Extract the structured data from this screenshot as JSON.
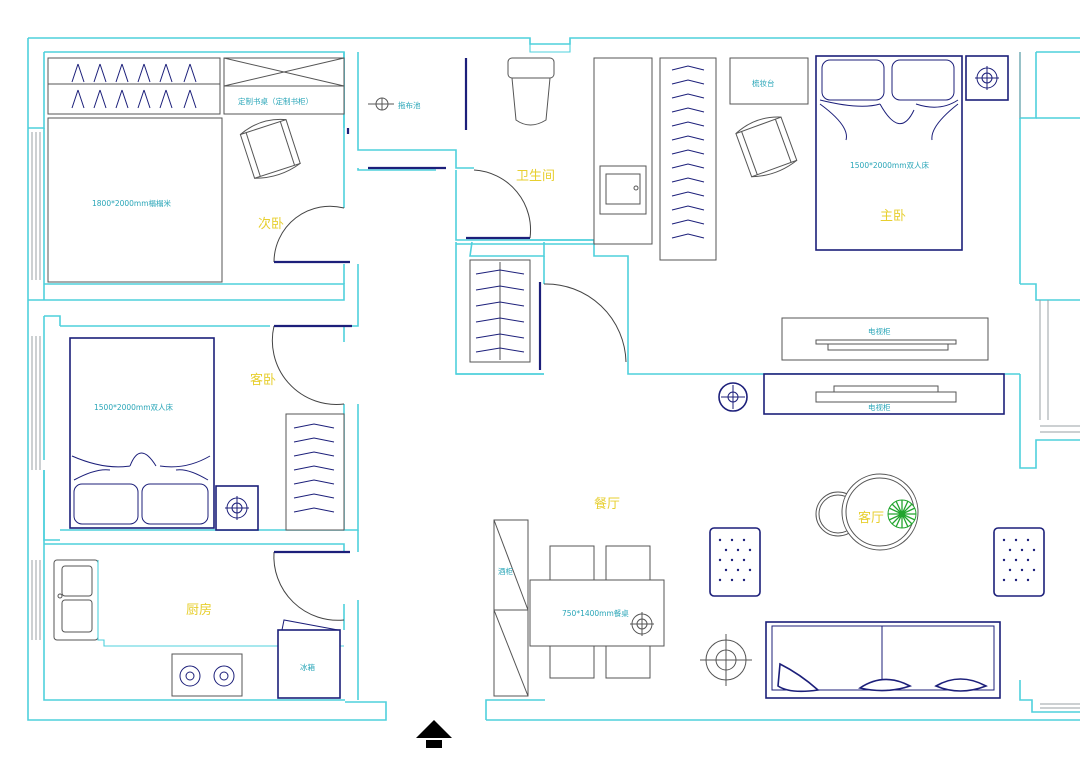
{
  "rooms": {
    "second_bedroom": "次卧",
    "guest_room": "客卧",
    "bathroom": "卫生间",
    "master_bedroom": "主卧",
    "dining_room": "餐厅",
    "living_room": "客厅",
    "kitchen": "厨房"
  },
  "furniture": {
    "bed_1800": "1800*2000mm榻榻米",
    "custom_desk": "定制书桌（定制书柜）",
    "laundry_sink": "拖布池",
    "dresser": "梳妆台",
    "bed_1500_master": "1500*2000mm双人床",
    "tv_cabinet_1": "电视柜",
    "tv_cabinet_2": "电视柜",
    "bed_1500_guest": "1500*2000mm双人床",
    "wine_cabinet": "酒柜",
    "dining_table": "750*1400mm餐桌",
    "fridge": "冰箱"
  },
  "colors": {
    "walls": "#4fd0dc",
    "furniture": "#1c1f7a",
    "room_labels": "#e7cf2f",
    "furniture_labels": "#2aa6b8",
    "plant": "#22a52e"
  },
  "icons": {
    "entrance": "up-arrow-entrance-icon"
  }
}
